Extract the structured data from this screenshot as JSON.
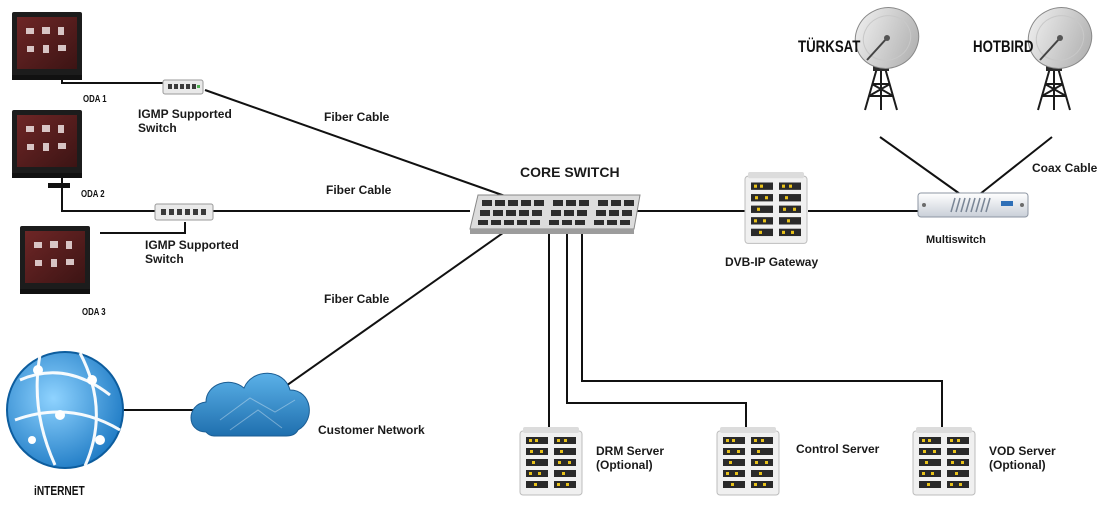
{
  "labels": {
    "oda1": "ODA 1",
    "oda2": "ODA 2",
    "oda3": "ODA 3",
    "igmp_switch_1_line1": "IGMP Supported",
    "igmp_switch_1_line2": "Switch",
    "igmp_switch_2_line1": "IGMP Supported",
    "igmp_switch_2_line2": "Switch",
    "fiber_cable_1": "Fiber Cable",
    "fiber_cable_2": "Fiber Cable",
    "fiber_cable_3": "Fiber Cable",
    "core_switch": "CORE SWITCH",
    "dvb_ip_gateway": "DVB-IP Gateway",
    "multiswitch": "Multiswitch",
    "coax_cable": "Coax Cable",
    "turksat": "TÜRKSAT",
    "hotbird": "HOTBIRD",
    "customer_network": "Customer Network",
    "internet": "iNTERNET",
    "drm_server_line1": "DRM Server",
    "drm_server_line2": "(Optional)",
    "control_server": "Control Server",
    "vod_server_line1": "VOD Server",
    "vod_server_line2": "(Optional)"
  },
  "colors": {
    "line": "#111111",
    "tv_frame": "#1c1c1c",
    "tv_screen": "#5a1f1f",
    "cloud": "#2f86c6",
    "globe": "#2a8fd3",
    "server_body": "#e9e9e9",
    "server_led": "#e8c21a"
  }
}
